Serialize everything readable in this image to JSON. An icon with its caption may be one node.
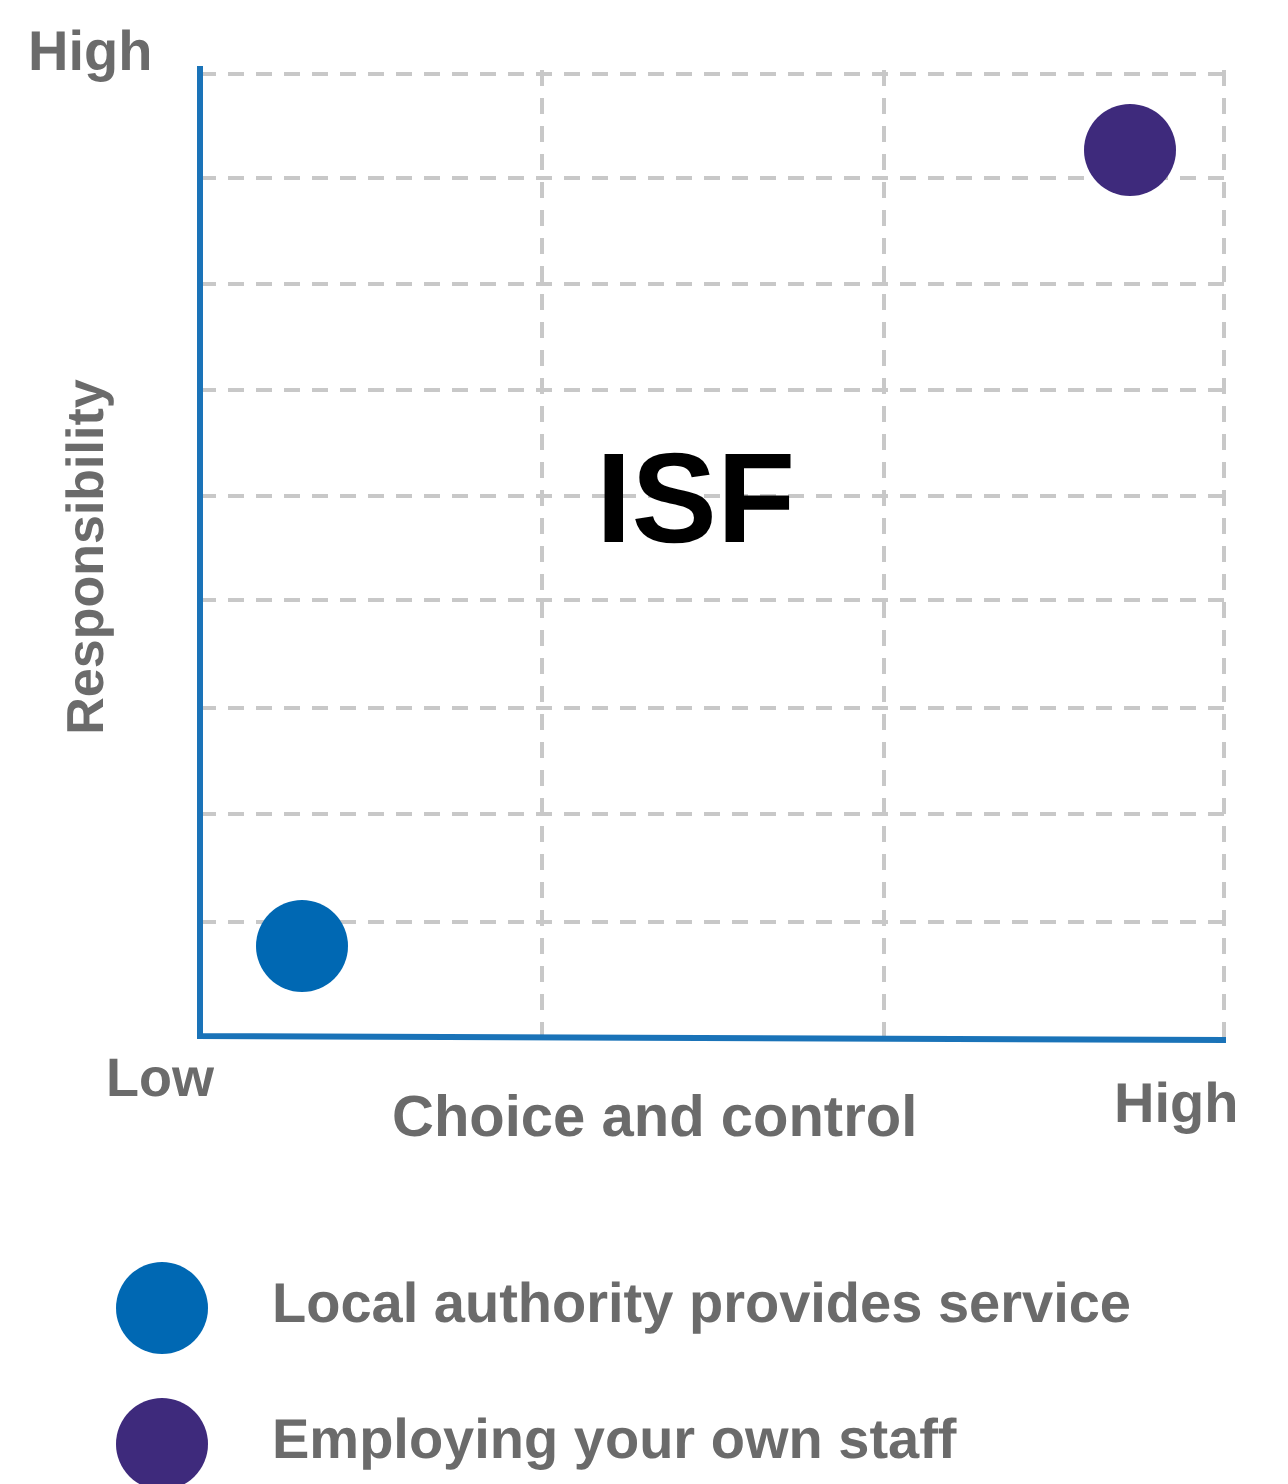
{
  "diagram": {
    "labels": [
      "High",
      "Responsibility",
      "ISF",
      "Low",
      "Choice and control",
      "High"
    ],
    "legend": [
      {
        "text": "Local authority provides service",
        "color": "#0068b3"
      },
      {
        "text": "Employing your own staff",
        "color": "#3e2a7c"
      }
    ]
  }
}
